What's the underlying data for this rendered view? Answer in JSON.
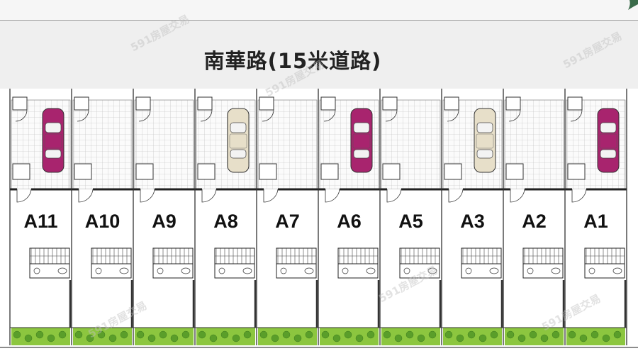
{
  "road": {
    "label": "南華路(15米道路)"
  },
  "watermark": {
    "text": "591房屋交易"
  },
  "units": [
    {
      "label": "A11",
      "car": "magenta"
    },
    {
      "label": "A10",
      "car": "none"
    },
    {
      "label": "A9",
      "car": "none"
    },
    {
      "label": "A8",
      "car": "beige"
    },
    {
      "label": "A7",
      "car": "none"
    },
    {
      "label": "A6",
      "car": "magenta"
    },
    {
      "label": "A5",
      "car": "none"
    },
    {
      "label": "A3",
      "car": "beige"
    },
    {
      "label": "A2",
      "car": "none"
    },
    {
      "label": "A1",
      "car": "magenta"
    }
  ],
  "colors": {
    "car_magenta": "#a8246e",
    "car_beige": "#e7dfc9",
    "garden": "#8cc63f",
    "wall": "#222222"
  }
}
